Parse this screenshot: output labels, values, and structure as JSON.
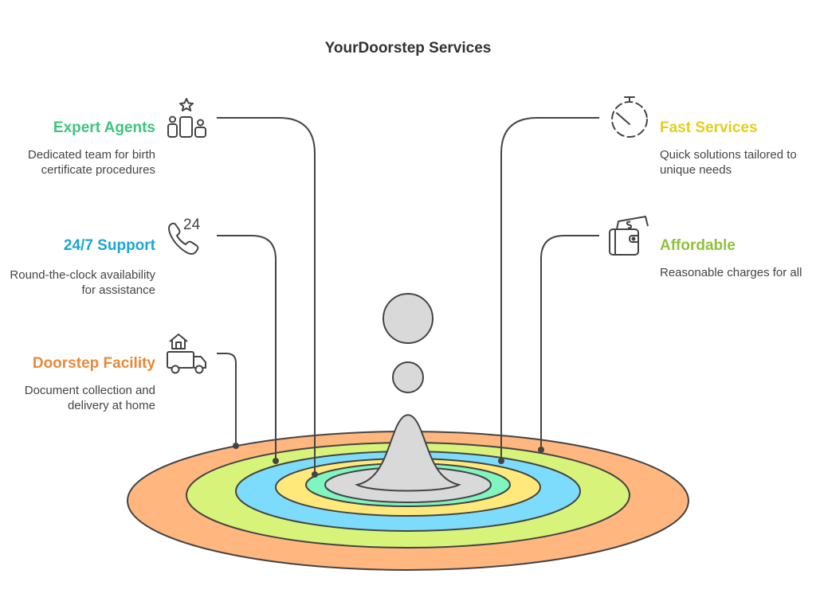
{
  "title": "YourDoorstep Services",
  "colors": {
    "stroke": "#444444",
    "center": "#d9d9d9",
    "ring1": "#7ff5c0",
    "ring2": "#ffe97a",
    "ring3": "#7ddcfb",
    "ring4": "#d7f37a",
    "ring5": "#ffb67f"
  },
  "items": {
    "expert": {
      "label": "Expert Agents",
      "description": "Dedicated team for birth certificate procedures",
      "color": "#3ec47e",
      "icon": "podium-star-icon"
    },
    "support": {
      "label": "24/7 Support",
      "description": "Round-the-clock availability for assistance",
      "color": "#1aa6d4",
      "icon": "phone-24-icon",
      "icon_text": "24"
    },
    "doorstep": {
      "label": "Doorstep Facility",
      "description": "Document collection and delivery at home",
      "color": "#e58a3a",
      "icon": "delivery-truck-house-icon"
    },
    "fast": {
      "label": "Fast Services",
      "description": "Quick solutions tailored to unique needs",
      "color": "#e2cf1c",
      "icon": "stopwatch-icon"
    },
    "affordable": {
      "label": "Affordable",
      "description": "Reasonable charges for all",
      "color": "#8fc23a",
      "icon": "wallet-money-icon"
    }
  }
}
